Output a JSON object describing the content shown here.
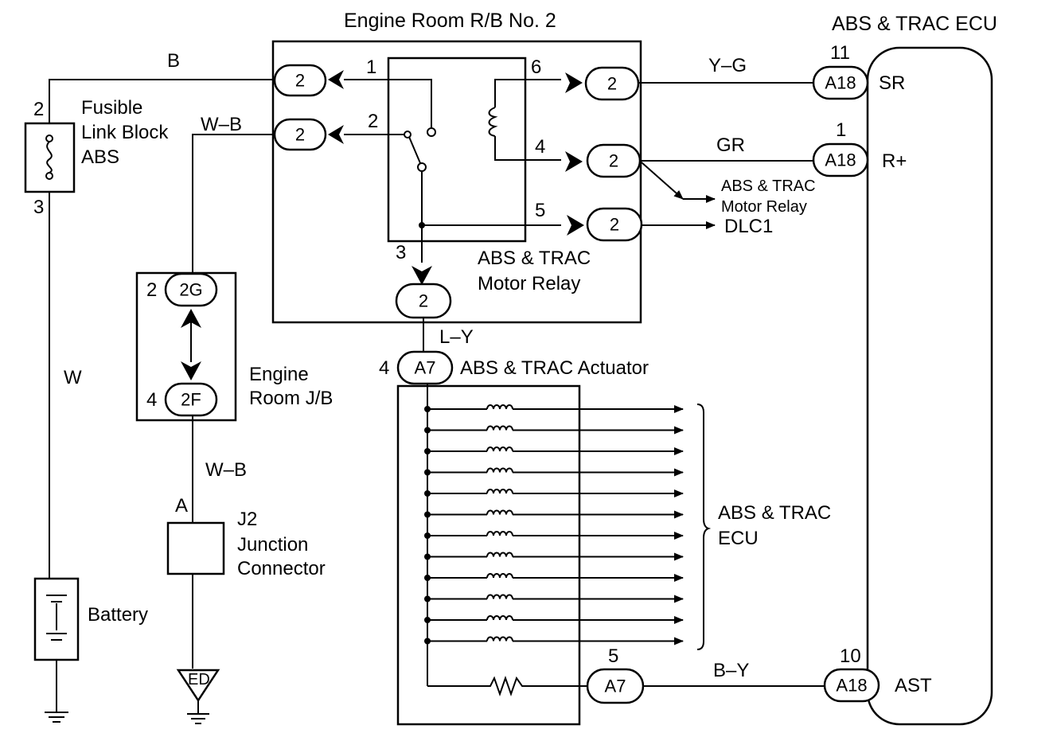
{
  "labels": {
    "rb2_title": "Engine Room R/B No. 2",
    "ecu_title": "ABS & TRAC ECU",
    "fusible_1": "Fusible",
    "fusible_2": "Link Block",
    "fusible_3": "ABS",
    "relay_1": "ABS & TRAC",
    "relay_2": "Motor Relay",
    "jb_1": "Engine",
    "jb_2": "Room J/B",
    "j2_1": "J2",
    "j2_2": "Junction",
    "j2_3": "Connector",
    "battery": "Battery",
    "actuator": "ABS & TRAC Actuator",
    "ecu_group_1": "ABS & TRAC",
    "ecu_group_2": "ECU",
    "to_relay_1": "ABS & TRAC",
    "to_relay_2": "Motor Relay",
    "dlc1": "DLC1",
    "ground_ed": "ED",
    "junction_a": "A"
  },
  "wires": {
    "b": "B",
    "w": "W",
    "wb_top": "W–B",
    "wb_bottom": "W–B",
    "yg": "Y–G",
    "gr": "GR",
    "ly": "L–Y",
    "by": "B–Y"
  },
  "pins": {
    "fusible_top": "2",
    "fusible_bottom": "3",
    "relay_p1": "1",
    "relay_p2": "2",
    "relay_p3": "3",
    "relay_p4": "4",
    "relay_p5": "5",
    "relay_p6": "6",
    "jb_2g": "2",
    "jb_2f": "4",
    "a7_top": "4",
    "a7_bottom": "5",
    "sr": "11",
    "rplus": "1",
    "ast": "10"
  },
  "connectors": {
    "rb_left_top": "2",
    "rb_left_bottom": "2",
    "rb_right_6": "2",
    "rb_right_4": "2",
    "rb_right_5": "2",
    "rb_bottom_3": "2",
    "jb_2g": "2G",
    "jb_2f": "2F",
    "a7_top": "A7",
    "a7_bottom": "A7",
    "a18_sr": "A18",
    "a18_rplus": "A18",
    "a18_ast": "A18"
  },
  "ecu_terminals": {
    "sr": "SR",
    "rplus": "R+",
    "ast": "AST"
  },
  "actuator_solenoid_count": 12
}
